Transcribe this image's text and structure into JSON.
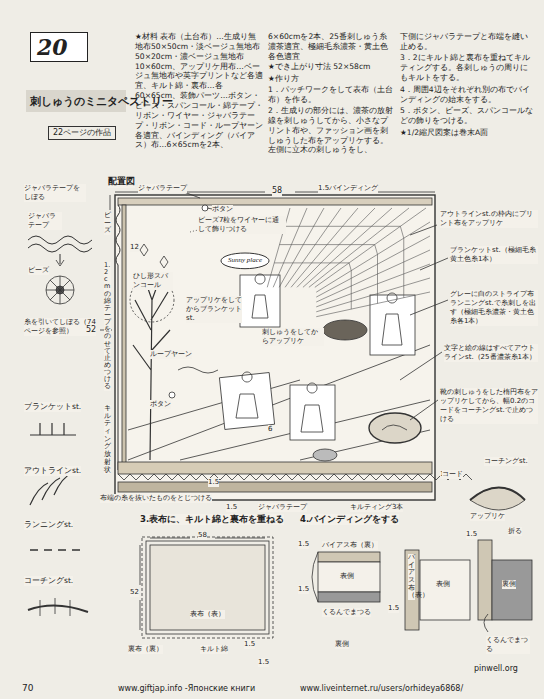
{
  "diagram": {
    "title": "刺しゅうのミニタペストリー",
    "nodes": [
      {
        "text": [
          "20"
        ]
      },
      {
        "text": [
          "Sunny place"
        ]
      }
    ],
    "labels": [
      "★材料 表布（土台布）…生成り無地布50×50cm・淡ベージュ無地布50×20cm・濃ベージュ無地布10×60cm、アップリケ用布…ベージュ無地布や英字プリントなど各適宜、キルト綿・裏布…各60×65cm、装飾パーツ…ボタン・ビーズ・スパンコール・綿テープ・リボン・ワイヤー・ジャバラテープ・リボン・コード・ループヤーン各適宜、バインディング（バイアス）布…6×65cmを2本、",
      "6×60cmを2本、25番刺しゅう糸濃茶適宜、極細毛糸濃茶・黄土色各色適宜",
      "★でき上がり寸法 52×58cm",
      "★作り方",
      "1．パッチワークをして表布（土台布）を作る。",
      "2．生成りの部分には、濃茶の放射線を刺しゅうしてから、小さなプリント布や、ファッション画を刺しゅうした布をアップリケする。左側に立木の刺しゅうをし、",
      "下側にジャバラテープと布端を縫い止める。",
      "3．2にキルト綿と裏布を重ねてキルティングする。各刺しゅうの周りにもキルトをする。",
      "4．周囲4辺をそれぞれ別の布でバインディングの始末をする。",
      "5．ボタン、ビーズ、スパンコールなどの飾りをつける。",
      "★1/2縮尺図案は巻末A面",
      "配置図",
      "58",
      "ジャバラテープをしぼる",
      "ジャバラテープ",
      "ボタン",
      "1.5バインディング",
      "ジャバラテープ",
      "ビーズ",
      "糸を引いてしぼる（74ページを参照）",
      "ビーズ",
      "12",
      "ビーズ7粒をワイヤーに通して飾りつける",
      "ひし形スパンコール",
      "1.2cmの綿テープをのせて止めつける",
      "52",
      "アップリケをしてからブランケットst.",
      "ループヤーン",
      "ボタン",
      "刺しゅうをしてからアップリケ",
      "6",
      "キルティング放射状",
      "布端の糸を抜いたものをとじつける",
      "1.5",
      "1.5",
      "ジャバラテープ",
      "キルティング3本",
      "1.5",
      "アウトラインst.の枠内にプリント布をアップリケ",
      "ブランケットst.（極細毛糸 黄土色糸1本）",
      "グレーに白のストライプ布ランニングst.で糸刺しを出す（極細毛糸濃茶・黄土色糸各1本）",
      "文字と絵の線はすべてアウトラインst.（25番濃茶糸1本）",
      "靴の刺しゅうをした楕円布をアップリケしてから、幅0.2のコードをコーチングst.で止めつける",
      "コード",
      "コーチングst.",
      "アップリケ",
      "ブランケットst.",
      "アウトラインst.",
      "ランニングst.",
      "コーチングst.",
      "3.表布に、キルト綿と裏布を重ねる",
      "58",
      "52",
      "表布（表）",
      "キルト綿",
      "裏布（裏）",
      "1.5",
      "1.5",
      "4.バインディングをする",
      "1.5",
      "バイアス布（裏）",
      "表側",
      "1.5",
      "くるんでまつる",
      "裏側",
      "バイアス布（表）",
      "1.5",
      "表側",
      "折る",
      "裏側",
      "くるんでまつる",
      "1.5",
      "70",
      "www.giftjap.info -Японские книги",
      "www.liveinternet.ru/users/orhideya6868/",
      "pinwell.org",
      "22ページの作品"
    ]
  }
}
